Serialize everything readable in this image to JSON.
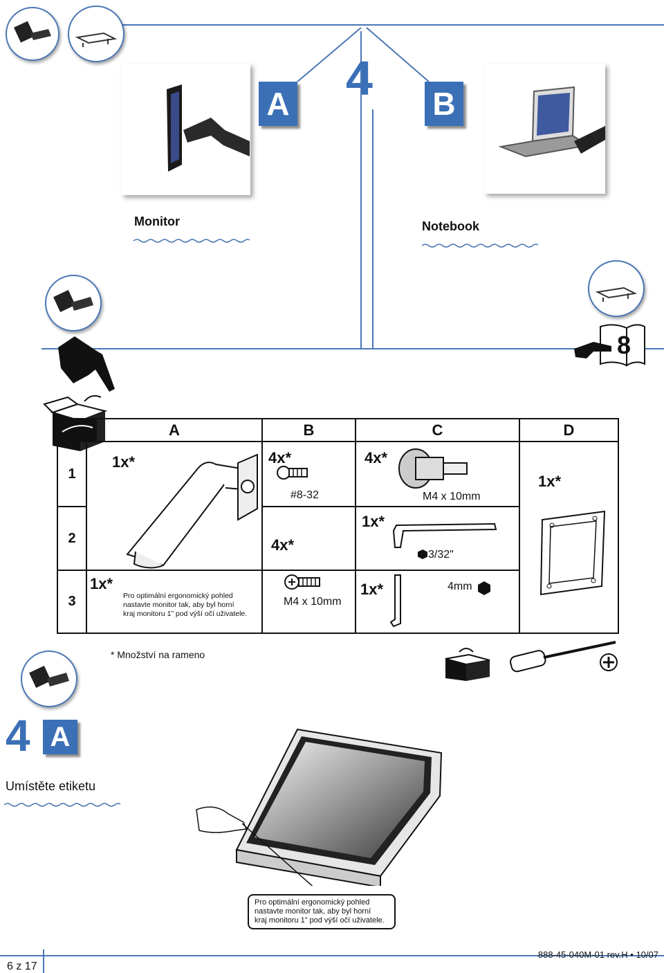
{
  "step_number": "4",
  "options": {
    "a": "A",
    "b": "B"
  },
  "sections": {
    "monitor_label": "Monitor",
    "notebook_label": "Notebook"
  },
  "book_ref": "8",
  "parts_table": {
    "columns": [
      "A",
      "B",
      "C",
      "D"
    ],
    "rows": [
      "1",
      "2",
      "3"
    ],
    "a_row1_qty": "1x*",
    "a_row3_qty": "1x*",
    "a_row3_note": [
      "Pro optimální ergonomický pohled",
      "nastavte monitor tak, aby byl horní",
      "kraj monitoru 1” pod výší očí uživatele."
    ],
    "b_row1_qty": "4x*",
    "b_row1_label": "#8-32",
    "b_row2_qty": "4x*",
    "b_row3_label": "M4 x 10mm",
    "c_row1_qty": "4x*",
    "c_row1_label": "M4 x 10mm",
    "c_row2_qty": "1x*",
    "c_row2_label": "3/32\"",
    "c_row3_qty": "1x*",
    "c_row3_label": "4mm",
    "d_qty": "1x*"
  },
  "footnote": "* Množství na rameno",
  "step4a": {
    "number": "4",
    "letter": "A",
    "title": "Umístěte etiketu",
    "callout": [
      "Pro optimální ergonomický pohled",
      "nastavte monitor tak, aby byl horní",
      "kraj monitoru 1” pod výší očí uživatele."
    ]
  },
  "footer": {
    "page": "6 z 17",
    "doc_code": "888-45-040M-01 rev.H • 10/07"
  }
}
